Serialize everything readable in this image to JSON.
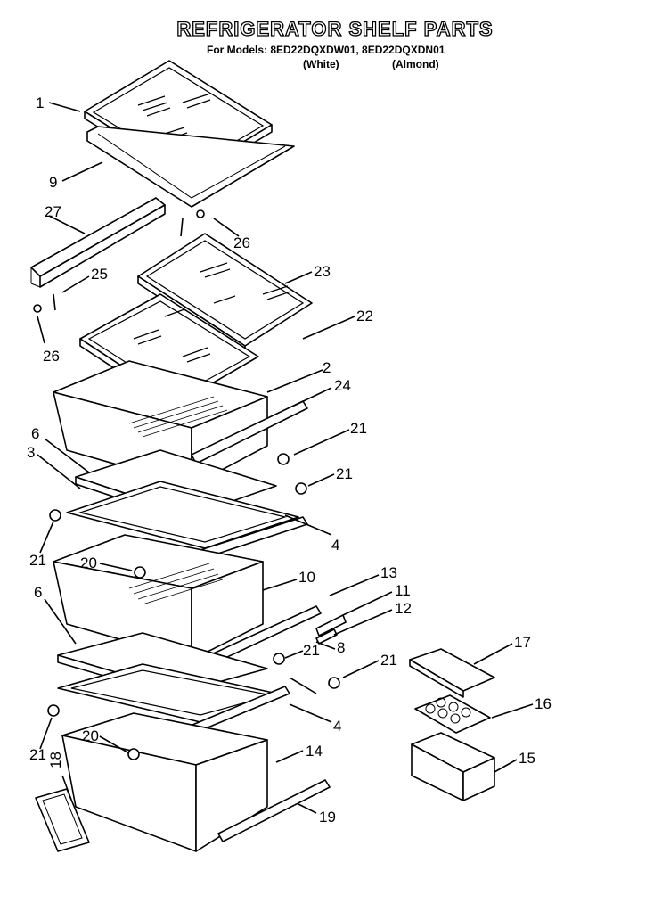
{
  "title": "REFRIGERATOR SHELF PARTS",
  "models_line": "For Models: 8ED22DQXDW01, 8ED22DQXDN01",
  "variants": [
    "(White)",
    "(Almond)"
  ],
  "callouts": [
    "1",
    "9",
    "27",
    "26",
    "25",
    "23",
    "26",
    "22",
    "2",
    "24",
    "6",
    "21",
    "3",
    "21",
    "21",
    "4",
    "20",
    "10",
    "13",
    "11",
    "12",
    "6",
    "8",
    "21",
    "21",
    "17",
    "16",
    "4",
    "20",
    "14",
    "15",
    "21",
    "18",
    "19"
  ]
}
